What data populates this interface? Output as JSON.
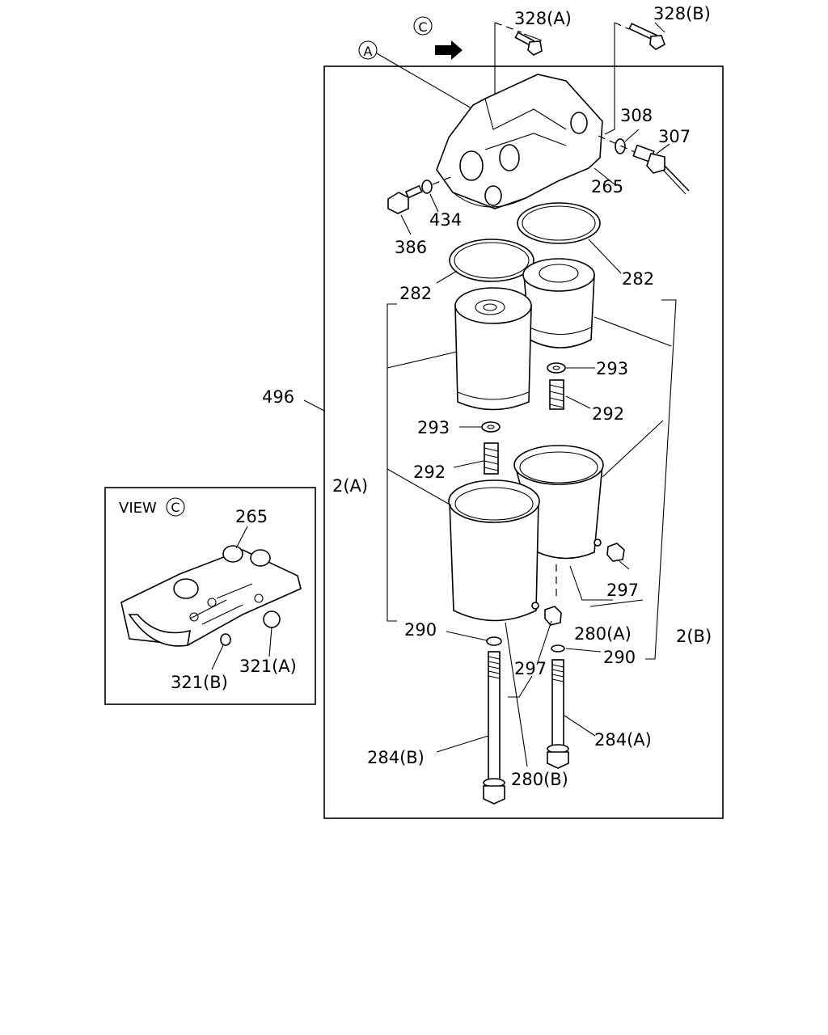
{
  "view_marker": "C",
  "section_marker": "A",
  "inset": {
    "title": "VIEW",
    "marker": "C",
    "labels": {
      "p265": "265",
      "p321b": "321(B)",
      "p321a": "321(A)"
    }
  },
  "labels": {
    "p328a": "328(A)",
    "p328b": "328(B)",
    "p308": "308",
    "p307": "307",
    "p265": "265",
    "p434": "434",
    "p386": "386",
    "p282_left": "282",
    "p282_right": "282",
    "p293_right": "293",
    "p292_right": "292",
    "p293_left": "293",
    "p292_left": "292",
    "p496": "496",
    "p2a": "2(A)",
    "p297_right": "297",
    "p280a": "280(A)",
    "p2b": "2(B)",
    "p290_left": "290",
    "p290_right": "290",
    "p297_bottom": "297",
    "p284a": "284(A)",
    "p284b": "284(B)",
    "p280b": "280(B)"
  }
}
